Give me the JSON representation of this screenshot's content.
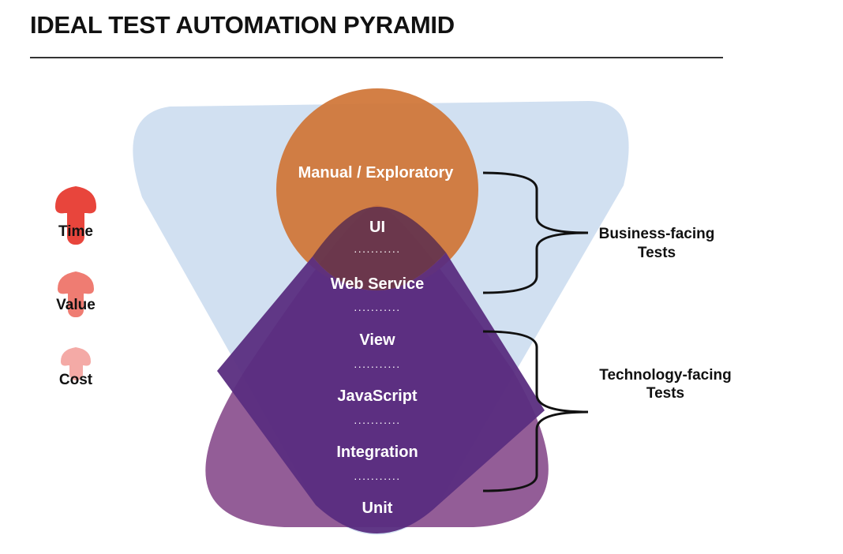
{
  "title": "IDEAL TEST AUTOMATION PYRAMID",
  "layers": [
    {
      "label": "Manual / Exploratory"
    },
    {
      "label": "UI"
    },
    {
      "label": "Web Service"
    },
    {
      "label": "View"
    },
    {
      "label": "JavaScript"
    },
    {
      "label": "Integration"
    },
    {
      "label": "Unit"
    }
  ],
  "separator": "...........",
  "indicators": [
    {
      "label": "Time",
      "color": "#e8453c"
    },
    {
      "label": "Value",
      "color": "#ef7c72"
    },
    {
      "label": "Cost",
      "color": "#f4aaa6"
    }
  ],
  "groups": {
    "business": {
      "line1": "Business-facing",
      "line2": "Tests"
    },
    "technology": {
      "line1": "Technology-facing",
      "line2": "Tests"
    }
  },
  "colors": {
    "light_blue_shape": "#c9dbee",
    "orange_circle": "#cf7435",
    "purple_bottom": "#8a4f8e",
    "purple_center": "#5a2d80"
  }
}
